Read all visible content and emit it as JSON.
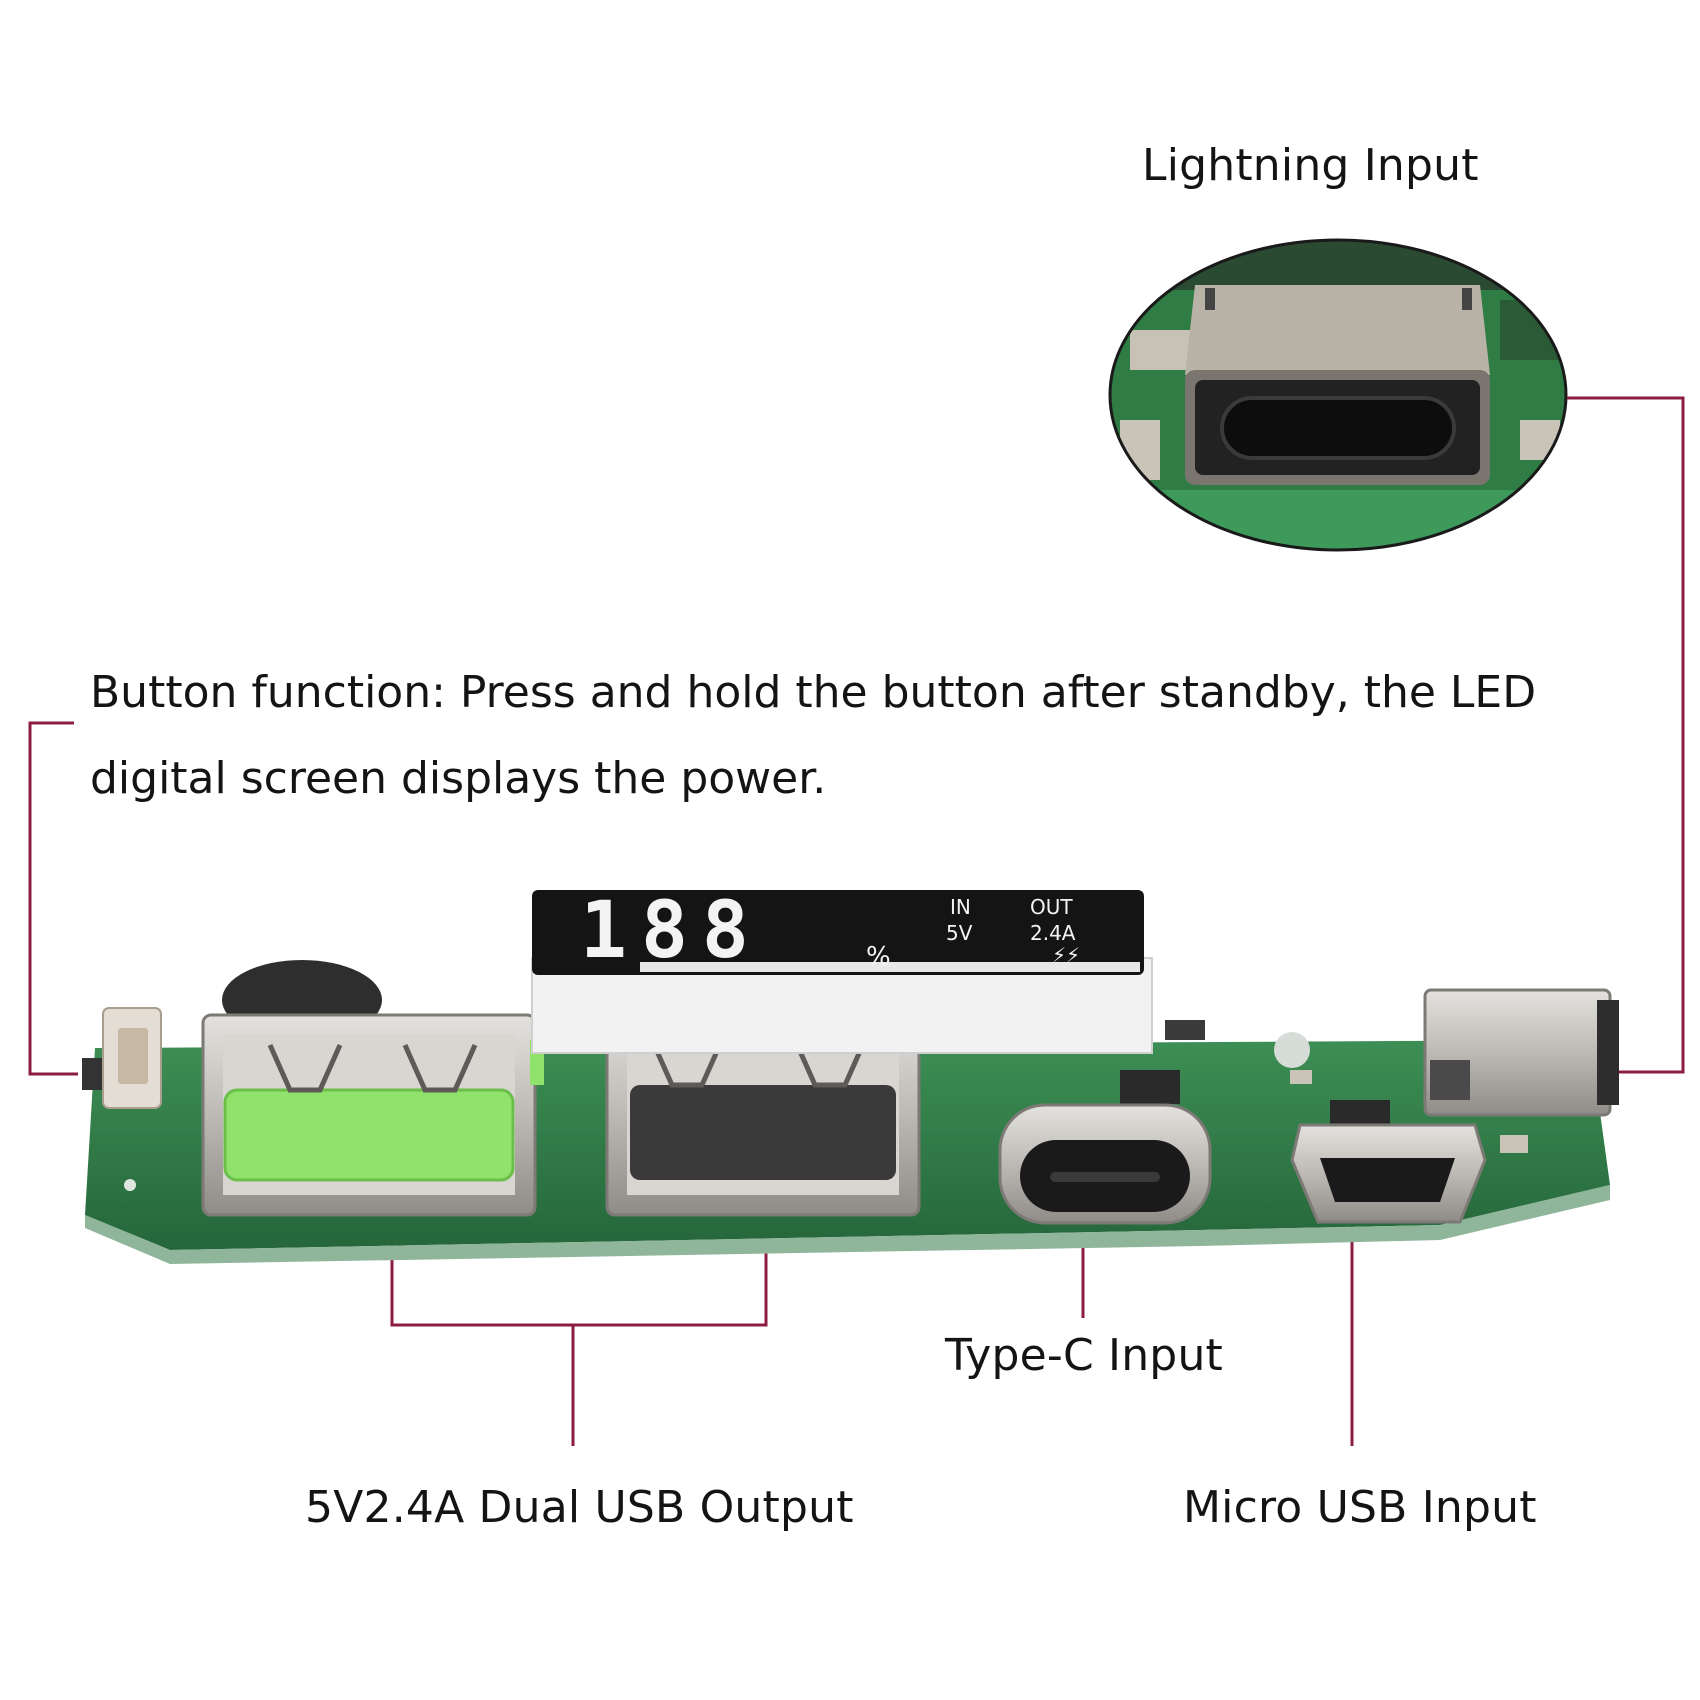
{
  "labels": {
    "lightning": "Lightning Input",
    "button_function": "Button function: Press and hold the button after standby, the LED digital screen displays the power.",
    "type_c": "Type-C Input",
    "dual_usb": "5V2.4A Dual USB Output",
    "micro_usb": "Micro USB Input"
  },
  "display": {
    "digits": "188",
    "unit": "%",
    "in": "IN",
    "out": "OUT",
    "in_value": "5V",
    "out_value": "2.4A"
  },
  "colors": {
    "leader": "#8c1d40",
    "pcb": "#2f7d45",
    "metal": "#c9c6c2",
    "usb_insert_green": "#8fe26a",
    "screen": "#141414",
    "segment": "#f3f3f3"
  }
}
